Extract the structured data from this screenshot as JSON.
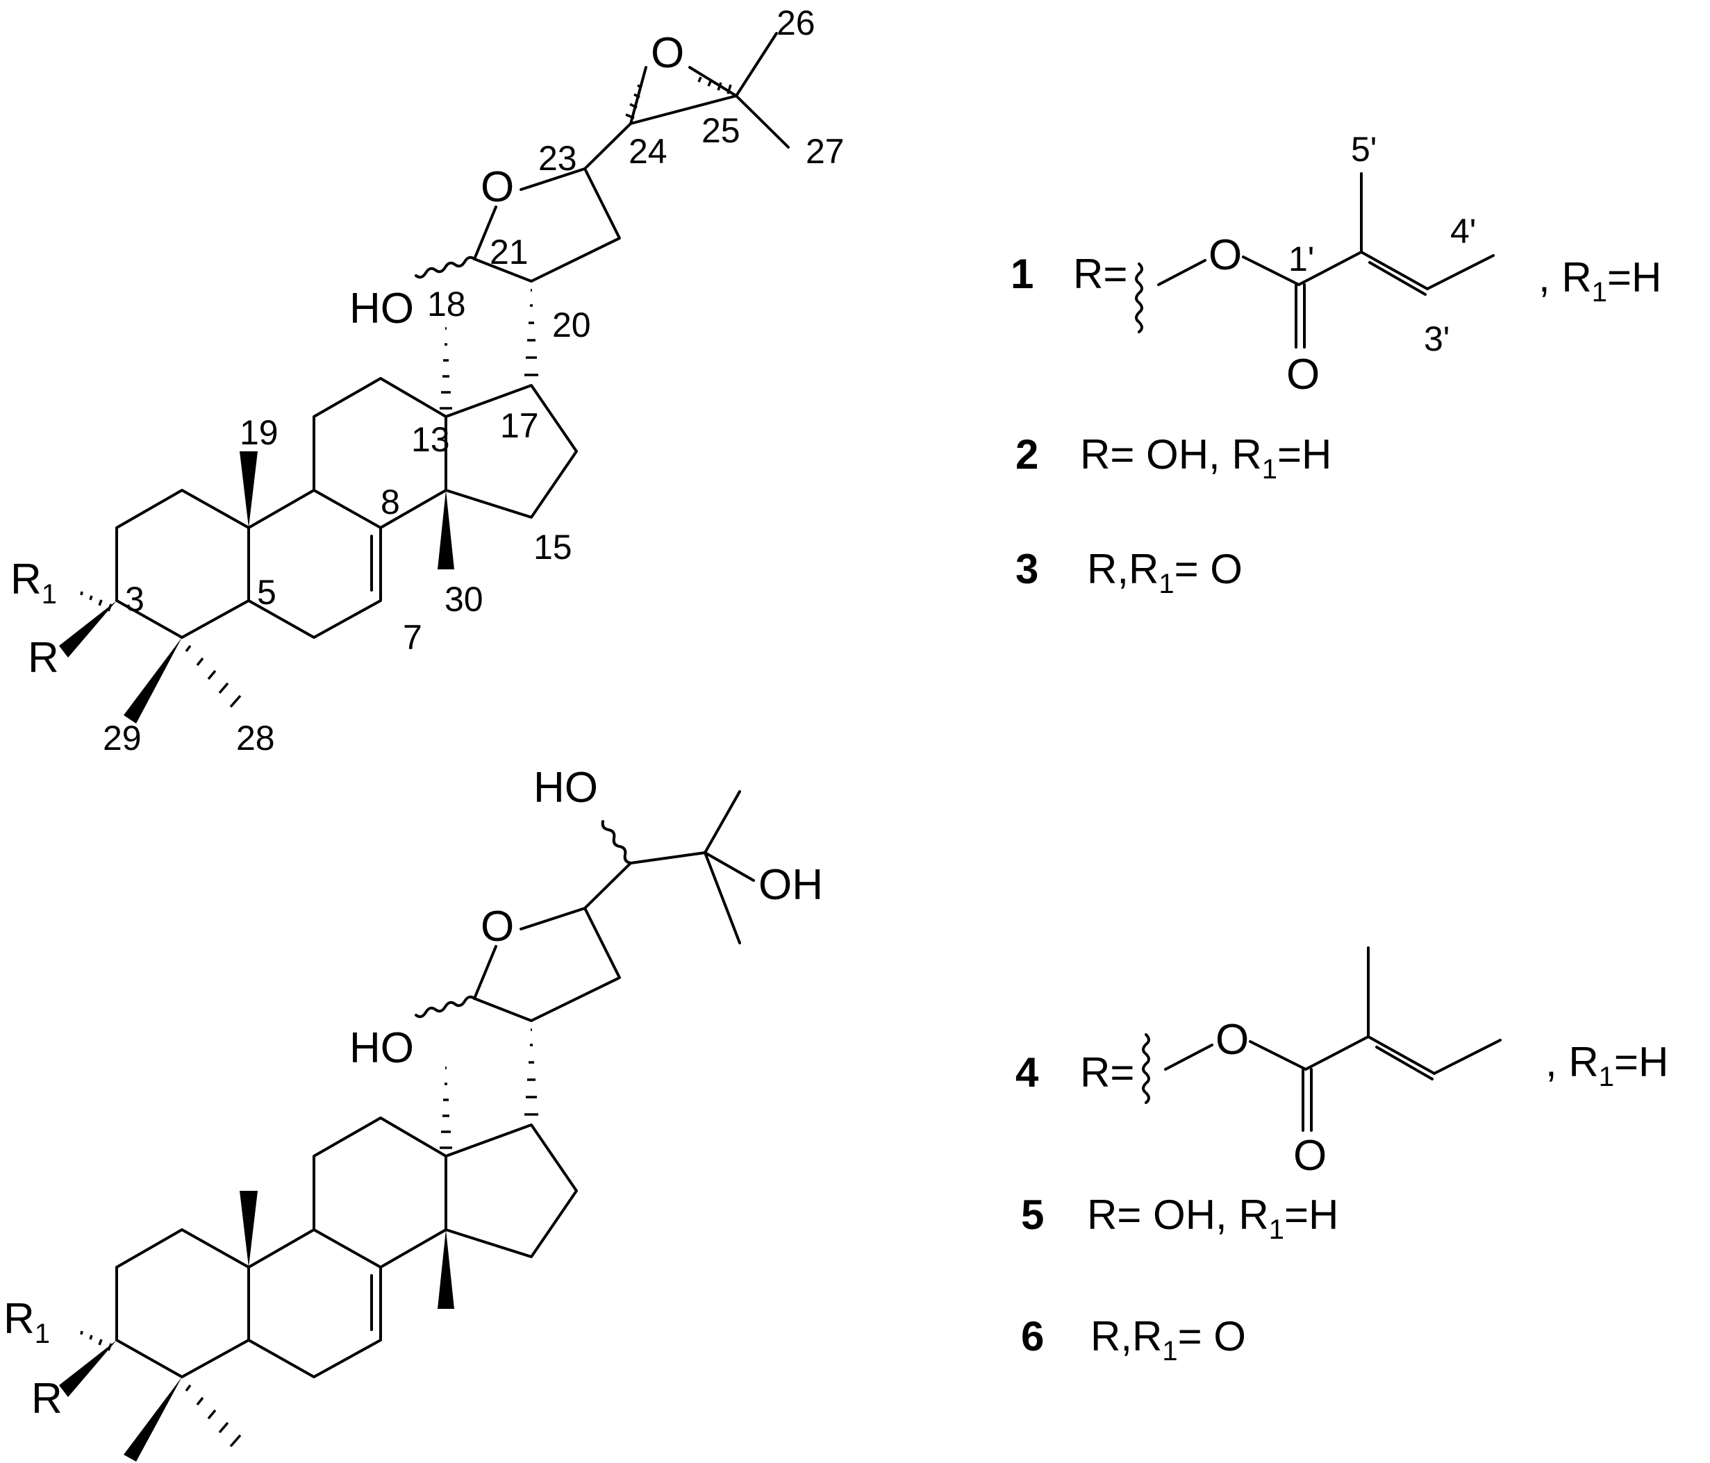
{
  "structure_a": {
    "atoms": {
      "O_ring": "O",
      "O_epoxide": "O",
      "HO": "HO",
      "R1": "R",
      "R1_sub": "1",
      "R": "R"
    },
    "positions": [
      "26",
      "27",
      "25",
      "24",
      "23",
      "21",
      "20",
      "18",
      "17",
      "13",
      "19",
      "8",
      "15",
      "30",
      "3",
      "5",
      "7",
      "29",
      "28"
    ]
  },
  "structure_b": {
    "atoms": {
      "O_ring": "O",
      "HO_top": "HO",
      "OH_right": "OH",
      "HO": "HO",
      "R1": "R",
      "R1_sub": "1",
      "R": "R"
    }
  },
  "ester_labels": {
    "c5": "5'",
    "c4": "4'",
    "c1": "1'",
    "c3": "3'"
  },
  "legend": [
    {
      "num": "1",
      "r_text": "R=",
      "r1_pre": ", R",
      "r1_sub": "1",
      "r1_post": "=H",
      "o_ester": "O",
      "o_carbonyl": "O"
    },
    {
      "num": "2",
      "pre": "R= OH, R",
      "sub": "1",
      "post": "=H"
    },
    {
      "num": "3",
      "pre": "R,R",
      "sub": "1",
      "post": "= O"
    },
    {
      "num": "4",
      "r_text": "R=",
      "r1_pre": ", R",
      "r1_sub": "1",
      "r1_post": "=H",
      "o_ester": "O",
      "o_carbonyl": "O"
    },
    {
      "num": "5",
      "pre": "R= OH, R",
      "sub": "1",
      "post": "=H"
    },
    {
      "num": "6",
      "pre": "R,R",
      "sub": "1",
      "post": "= O"
    }
  ]
}
